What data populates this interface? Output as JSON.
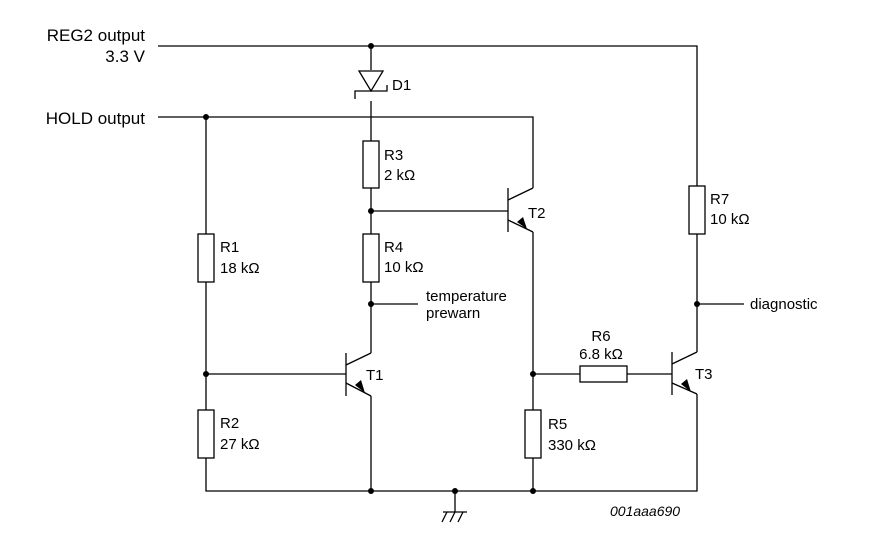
{
  "inputs": {
    "reg2_title": "REG2 output",
    "reg2_voltage": "3.3 V",
    "hold_title": "HOLD output"
  },
  "components": {
    "d1": "D1",
    "r1": {
      "name": "R1",
      "value": "18 kΩ"
    },
    "r2": {
      "name": "R2",
      "value": "27 kΩ"
    },
    "r3": {
      "name": "R3",
      "value": "2 kΩ"
    },
    "r4": {
      "name": "R4",
      "value": "10 kΩ"
    },
    "r5": {
      "name": "R5",
      "value": "330 kΩ"
    },
    "r6": {
      "name": "R6",
      "value": "6.8 kΩ"
    },
    "r7": {
      "name": "R7",
      "value": "10 kΩ"
    },
    "t1": "T1",
    "t2": "T2",
    "t3": "T3"
  },
  "outputs": {
    "temp_line1": "temperature",
    "temp_line2": "prewarn",
    "diagnostic": "diagnostic"
  },
  "figure_code": "001aaa690"
}
